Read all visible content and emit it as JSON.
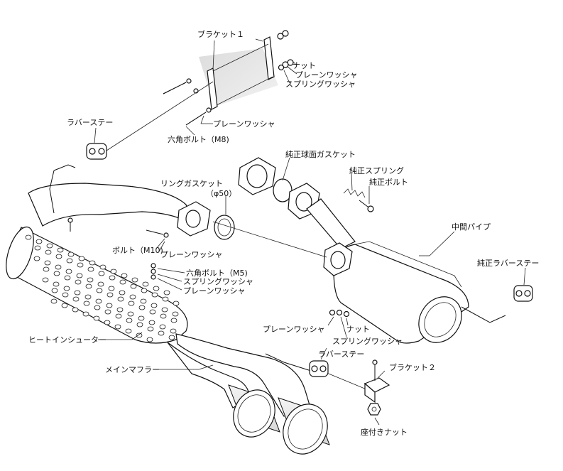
{
  "labels": {
    "bracket1": "ブラケット１",
    "nut_top": "ナット",
    "plain_washer_top": "プレーンワッシャ",
    "spring_washer_top": "スプリングワッシャ",
    "plain_washer_bolt": "プレーンワッシャ",
    "hex_bolt_m8": "六角ボルト（M8)",
    "rubber_stay_left": "ラバーステー",
    "oem_sphere_gasket": "純正球面ガスケット",
    "oem_spring": "純正スプリング",
    "oem_bolt": "純正ボルト",
    "ring_gasket": "リングガスケット",
    "phi50": "（φ50）",
    "middle_pipe": "中間パイプ",
    "bolt_m10": "ボルト（M10)",
    "plain_washer_m10": "プレーンワッシャ",
    "oem_rubber_stay": "純正ラバーステー",
    "hex_bolt_m5": "六角ボルト（M5)",
    "spring_washer_m5": "スプリングワッシャ",
    "plain_washer_m5": "プレーンワッシャ",
    "heat_insulator": "ヒートインシューター",
    "plain_washer_mid": "プレーンワッシャ",
    "nut_mid": "ナット",
    "spring_washer_mid": "スプリングワッシャ",
    "rubber_stay_right": "ラバーステー",
    "bracket2": "ブラケット２",
    "main_muffler": "メインマフラー",
    "flange_nut": "座付きナット"
  }
}
